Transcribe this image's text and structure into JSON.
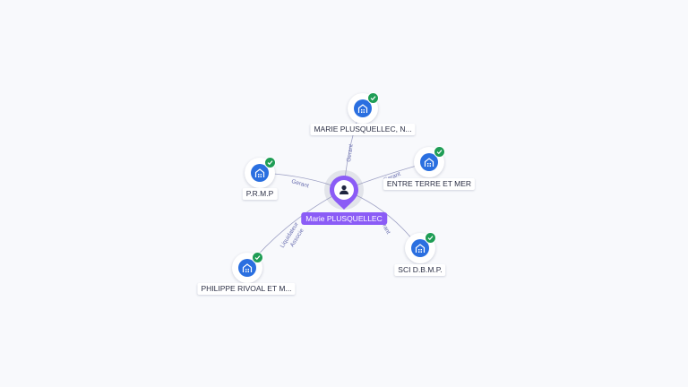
{
  "center": {
    "name": "Marie PLUSQUELLEC",
    "icon": "person-icon",
    "color": "#8b5cf6"
  },
  "nodes": [
    {
      "label": "MARIE PLUSQUELLEC, N...",
      "icon": "company-icon",
      "verified": true,
      "relation": "Gerant"
    },
    {
      "label": "P.R.M.P",
      "icon": "company-icon",
      "verified": true,
      "relation": "Gerant"
    },
    {
      "label": "ENTRE TERRE ET MER",
      "icon": "company-icon",
      "verified": true,
      "relation": "Gerant"
    },
    {
      "label": "SCI D.B.M.P.",
      "icon": "company-icon",
      "verified": true,
      "relation": "Gerant"
    },
    {
      "label": "PHILIPPE RIVOAL ET M...",
      "icon": "company-icon",
      "verified": true,
      "relation": "Liquidateur / Associe"
    }
  ],
  "edge_labels": {
    "top": "Gerant",
    "left": "Gerant",
    "right": "Gerant",
    "bottom_right": "Gerant",
    "bottom_left_1": "Liquidateur",
    "bottom_left_2": "Associe"
  },
  "colors": {
    "company_node": "#2a6fe0",
    "verified_badge": "#1f9d55",
    "edge": "#9da0c4",
    "edge_label": "#6a6fb0",
    "background": "#f8f9fc"
  }
}
